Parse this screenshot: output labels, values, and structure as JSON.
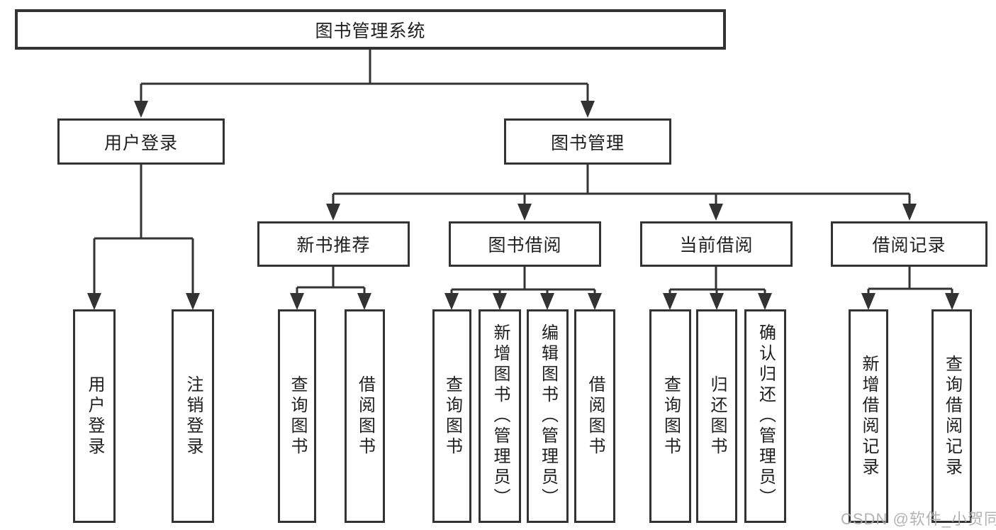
{
  "diagram": {
    "title": "图书管理系统",
    "level2": [
      "用户登录",
      "图书管理"
    ],
    "level3": [
      "新书推荐",
      "图书借阅",
      "当前借阅",
      "借阅记录"
    ],
    "leaves": [
      "用户登录",
      "注销登录",
      "查询图书",
      "借阅图书",
      "查询图书",
      "新增图书（管理员）",
      "编辑图书（管理员）",
      "借阅图书",
      "查询图书",
      "归还图书",
      "确认归还（管理员）",
      "新增借阅记录",
      "查询借阅记录"
    ],
    "watermark": "CSDN @软件_小贺同学",
    "colors": {
      "line": "#333333",
      "text": "#1f1f1f",
      "background": "#ffffff",
      "watermark": "#ababab"
    }
  }
}
